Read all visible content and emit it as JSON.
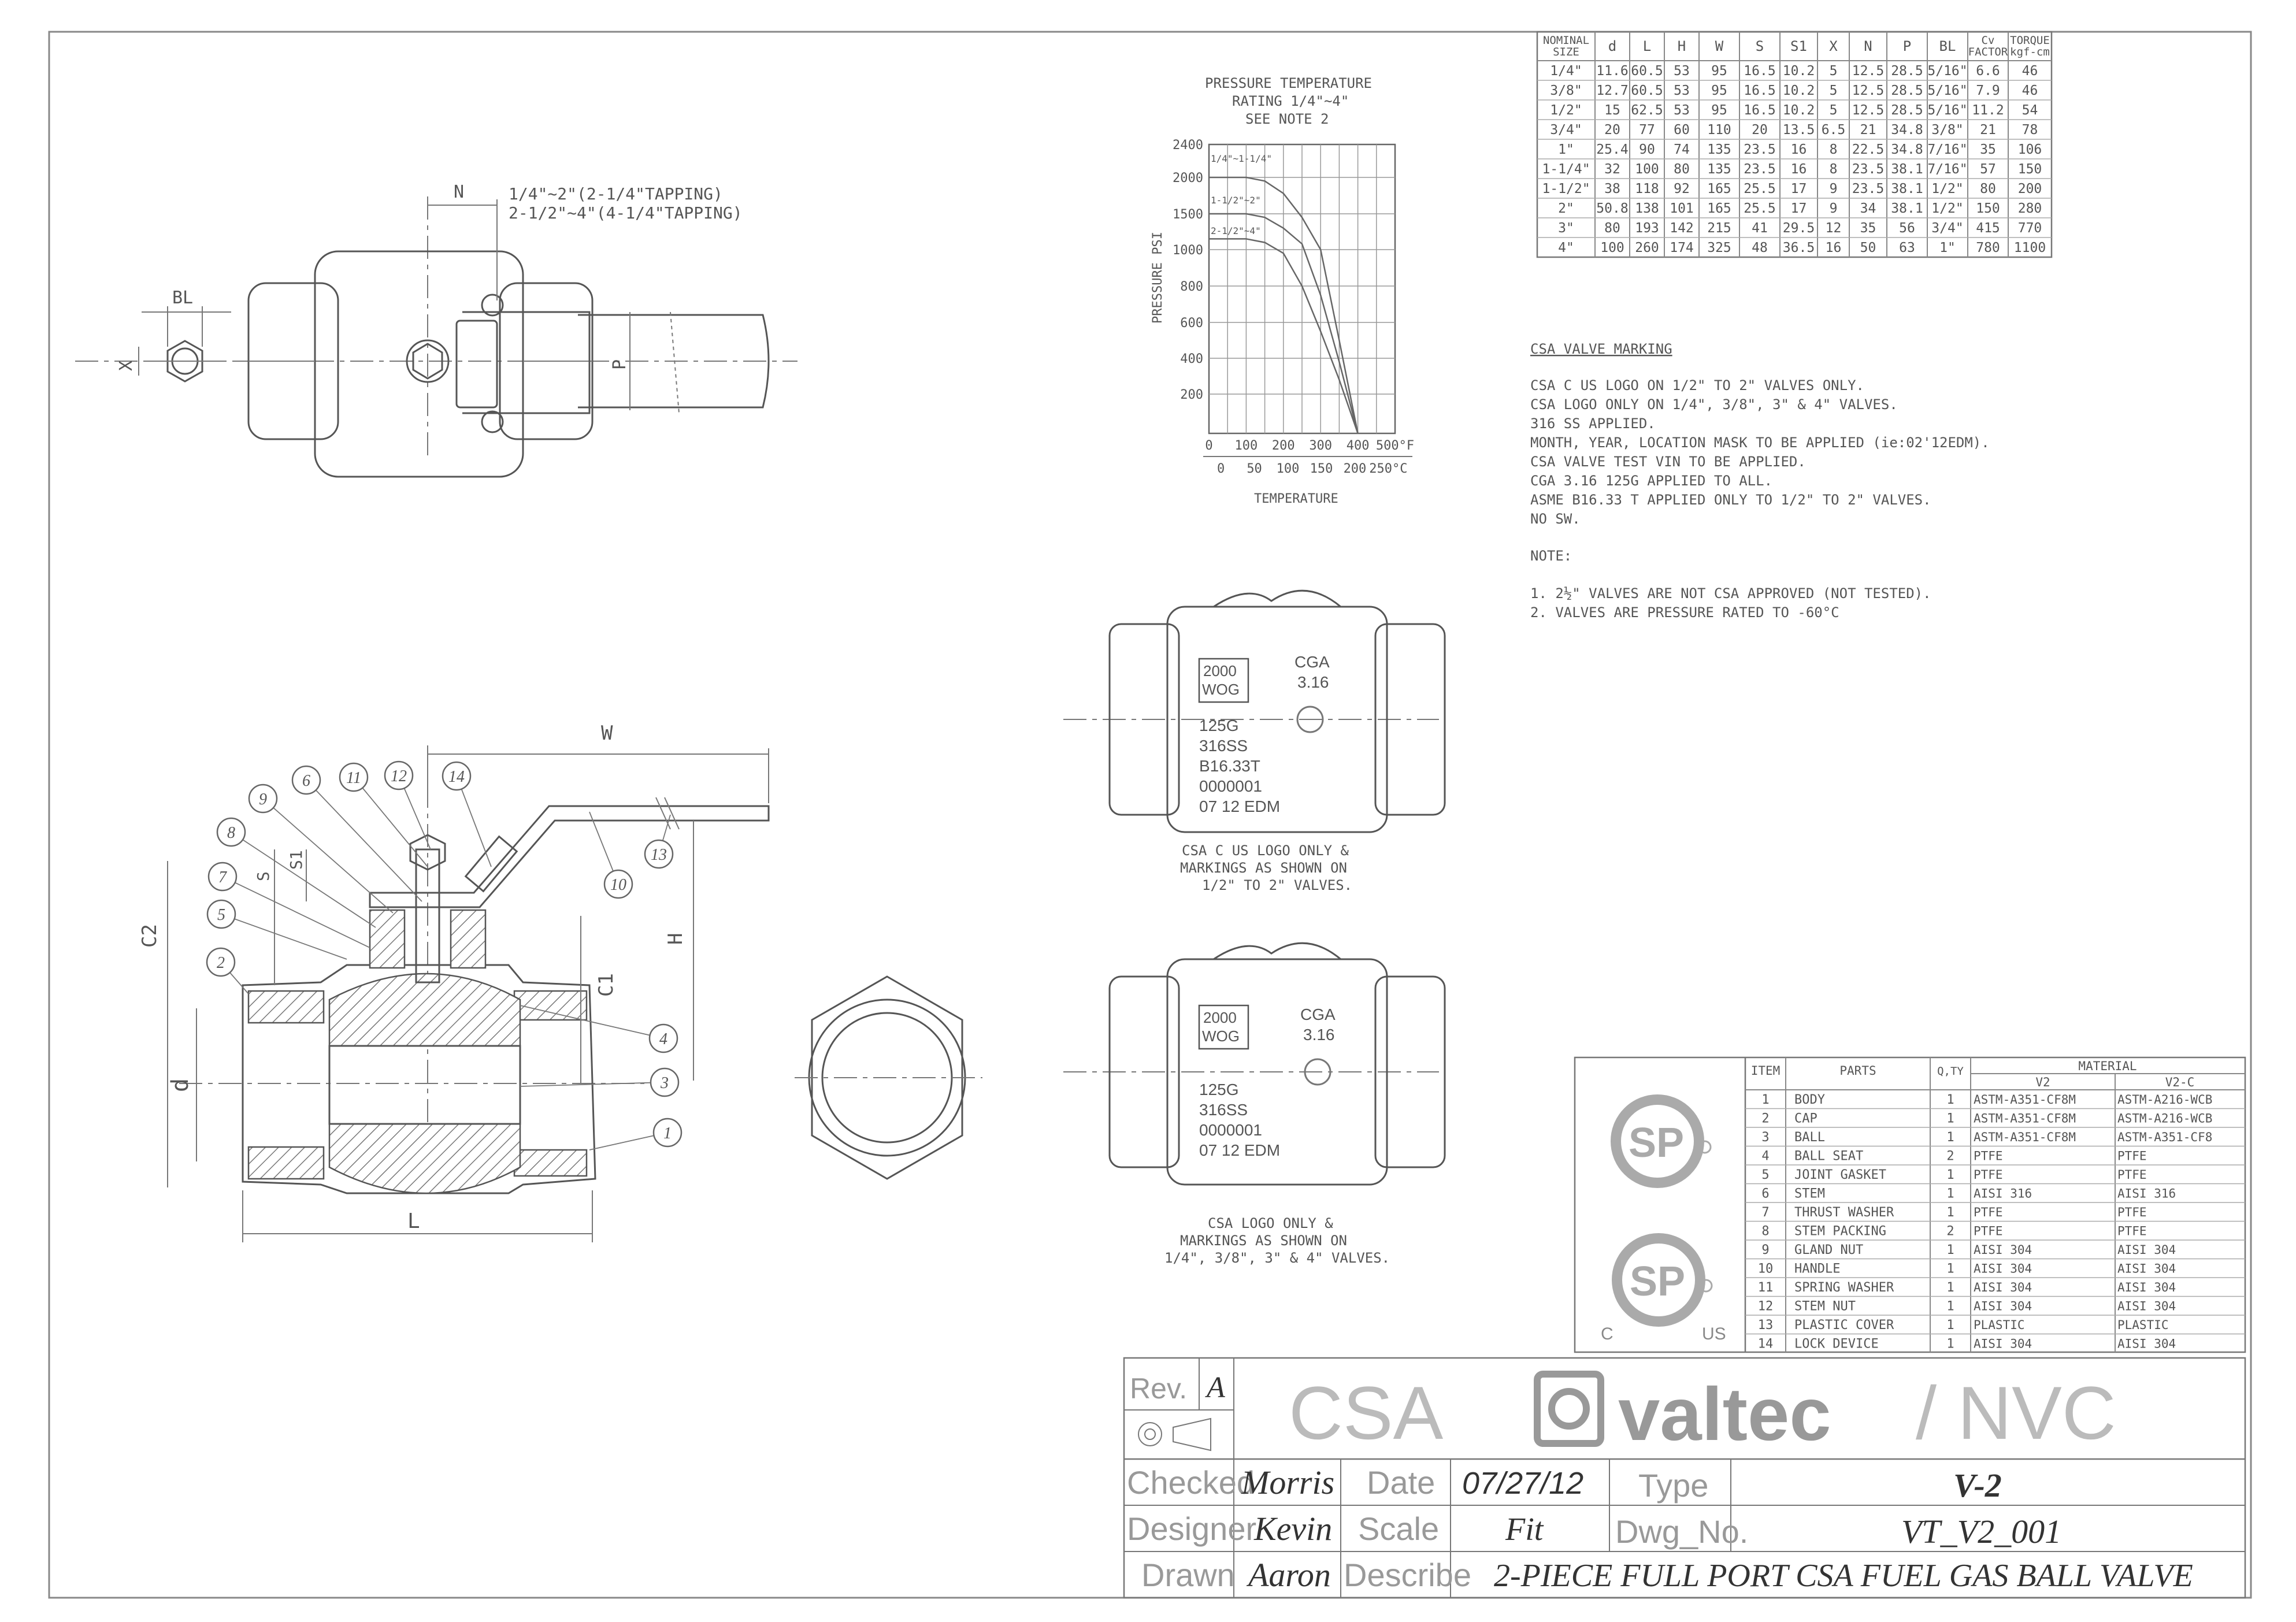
{
  "dims_table": {
    "headers": [
      "NOMINAL SIZE",
      "d",
      "L",
      "H",
      "W",
      "S",
      "S1",
      "X",
      "N",
      "P",
      "BL",
      "Cv FACTOR",
      "TORQUE kgf-cm"
    ],
    "rows": [
      [
        "1/4\"",
        "11.6",
        "60.5",
        "53",
        "95",
        "16.5",
        "10.2",
        "5",
        "12.5",
        "28.5",
        "5/16\"",
        "6.6",
        "46"
      ],
      [
        "3/8\"",
        "12.7",
        "60.5",
        "53",
        "95",
        "16.5",
        "10.2",
        "5",
        "12.5",
        "28.5",
        "5/16\"",
        "7.9",
        "46"
      ],
      [
        "1/2\"",
        "15",
        "62.5",
        "53",
        "95",
        "16.5",
        "10.2",
        "5",
        "12.5",
        "28.5",
        "5/16\"",
        "11.2",
        "54"
      ],
      [
        "3/4\"",
        "20",
        "77",
        "60",
        "110",
        "20",
        "13.5",
        "6.5",
        "21",
        "34.8",
        "3/8\"",
        "21",
        "78"
      ],
      [
        "1\"",
        "25.4",
        "90",
        "74",
        "135",
        "23.5",
        "16",
        "8",
        "22.5",
        "34.8",
        "7/16\"",
        "35",
        "106"
      ],
      [
        "1-1/4\"",
        "32",
        "100",
        "80",
        "135",
        "23.5",
        "16",
        "8",
        "23.5",
        "38.1",
        "7/16\"",
        "57",
        "150"
      ],
      [
        "1-1/2\"",
        "38",
        "118",
        "92",
        "165",
        "25.5",
        "17",
        "9",
        "23.5",
        "38.1",
        "1/2\"",
        "80",
        "200"
      ],
      [
        "2\"",
        "50.8",
        "138",
        "101",
        "165",
        "25.5",
        "17",
        "9",
        "34",
        "38.1",
        "1/2\"",
        "150",
        "280"
      ],
      [
        "3\"",
        "80",
        "193",
        "142",
        "215",
        "41",
        "29.5",
        "12",
        "35",
        "56",
        "3/4\"",
        "415",
        "770"
      ],
      [
        "4\"",
        "100",
        "260",
        "174",
        "325",
        "48",
        "36.5",
        "16",
        "50",
        "63",
        "1\"",
        "780",
        "1100"
      ]
    ]
  },
  "pt_chart": {
    "title_lines": [
      "PRESSURE TEMPERATURE",
      "RATING   1/4\"~4\"",
      "SEE NOTE 2"
    ],
    "ylabel": "PRESSURE PSI",
    "xlabel": "TEMPERATURE",
    "y_ticks": [
      "2400",
      "2000",
      "1500",
      "1000",
      "800",
      "600",
      "400",
      "200"
    ],
    "x_ticks_f": [
      "0",
      "100",
      "200",
      "300",
      "400",
      "500°F"
    ],
    "x_ticks_c": [
      "0",
      "50",
      "100",
      "150",
      "200",
      "250°C"
    ],
    "curve_labels": [
      "1/4\"~1-1/4\"",
      "1-1/2\"~2\"",
      "2-1/2\"~4\""
    ]
  },
  "chart_data": {
    "type": "line",
    "title": "PRESSURE TEMPERATURE RATING 1/4\"~4\"",
    "xlabel": "TEMPERATURE",
    "ylabel": "PRESSURE PSI",
    "x_unit": "°F",
    "xlim": [
      0,
      500
    ],
    "ylim": [
      0,
      2400
    ],
    "series": [
      {
        "name": "1/4\"~1-1/4\"",
        "x": [
          0,
          100,
          150,
          200,
          250,
          300,
          350,
          400
        ],
        "y": [
          2000,
          2000,
          1950,
          1780,
          1450,
          1000,
          500,
          0
        ]
      },
      {
        "name": "1-1/2\"~2\"",
        "x": [
          0,
          100,
          150,
          200,
          250,
          300,
          350,
          400
        ],
        "y": [
          1500,
          1500,
          1450,
          1300,
          1080,
          750,
          380,
          0
        ]
      },
      {
        "name": "2-1/2\"~4\"",
        "x": [
          0,
          100,
          150,
          200,
          250,
          300,
          350,
          400
        ],
        "y": [
          1150,
          1150,
          1100,
          980,
          800,
          550,
          280,
          0
        ]
      }
    ]
  },
  "marking": {
    "title": "CSA VALVE MARKING",
    "lines": [
      "CSA C US LOGO ON 1/2\" TO 2\" VALVES ONLY.",
      "CSA LOGO ONLY ON 1/4\", 3/8\", 3\" & 4\" VALVES.",
      "316 SS APPLIED.",
      "MONTH, YEAR, LOCATION MASK TO BE APPLIED (ie:02'12EDM).",
      "CSA VALVE TEST VIN TO BE APPLIED.",
      "CGA 3.16 125G APPLIED TO ALL.",
      "ASME B16.33 T APPLIED ONLY TO 1/2\" TO 2\" VALVES.",
      "NO SW."
    ],
    "note_title": "NOTE:",
    "notes": [
      "1. 2½\" VALVES ARE NOT CSA APPROVED (NOT TESTED).",
      "2. VALVES ARE PRESSURE RATED TO -60°C"
    ]
  },
  "top_view": {
    "tapping1": "1/4\"~2\"(2-1/4\"TAPPING)",
    "tapping2": "2-1/2\"~4\"(4-1/4\"TAPPING)",
    "dim_N": "N",
    "dim_BL": "BL",
    "dim_X": "X",
    "dim_P": "P"
  },
  "section_view": {
    "dim_W": "W",
    "dim_H": "H",
    "dim_S": "S",
    "dim_S1": "S1",
    "dim_C1": "C1",
    "dim_C2": "C2",
    "dim_d": "d",
    "dim_L": "L",
    "balloons": [
      "1",
      "2",
      "3",
      "4",
      "5",
      "6",
      "7",
      "8",
      "9",
      "10",
      "11",
      "12",
      "13",
      "14"
    ]
  },
  "marking_view_1": {
    "box_line1": "2000",
    "box_line2": "WOG",
    "cga1": "CGA",
    "cga2": "3.16",
    "lines": [
      "125G",
      "316SS",
      "B16.33T",
      "0000001",
      "07 12 EDM"
    ],
    "caption": [
      "CSA C US LOGO ONLY &",
      "MARKINGS AS SHOWN ON",
      "1/2\" TO 2\" VALVES."
    ]
  },
  "marking_view_2": {
    "box_line1": "2000",
    "box_line2": "WOG",
    "cga1": "CGA",
    "cga2": "3.16",
    "lines": [
      "125G",
      "316SS",
      "0000001",
      "07 12 EDM"
    ],
    "caption": [
      "CSA LOGO ONLY &",
      "MARKINGS AS SHOWN ON",
      "1/4\", 3/8\", 3\" & 4\" VALVES."
    ]
  },
  "bom": {
    "headers": {
      "item": "ITEM",
      "parts": "PARTS",
      "qty": "Q,TY",
      "material": "MATERIAL",
      "v2": "V2",
      "v2c": "V2-C"
    },
    "rows": [
      [
        "1",
        "BODY",
        "1",
        "ASTM-A351-CF8M",
        "ASTM-A216-WCB"
      ],
      [
        "2",
        "CAP",
        "1",
        "ASTM-A351-CF8M",
        "ASTM-A216-WCB"
      ],
      [
        "3",
        "BALL",
        "1",
        "ASTM-A351-CF8M",
        "ASTM-A351-CF8"
      ],
      [
        "4",
        "BALL SEAT",
        "2",
        "PTFE",
        "PTFE"
      ],
      [
        "5",
        "JOINT GASKET",
        "1",
        "PTFE",
        "PTFE"
      ],
      [
        "6",
        "STEM",
        "1",
        "AISI 316",
        "AISI 316"
      ],
      [
        "7",
        "THRUST WASHER",
        "1",
        "PTFE",
        "PTFE"
      ],
      [
        "8",
        "STEM PACKING",
        "2",
        "PTFE",
        "PTFE"
      ],
      [
        "9",
        "GLAND NUT",
        "1",
        "AISI 304",
        "AISI 304"
      ],
      [
        "10",
        "HANDLE",
        "1",
        "AISI 304",
        "AISI 304"
      ],
      [
        "11",
        "SPRING WASHER",
        "1",
        "AISI 304",
        "AISI 304"
      ],
      [
        "12",
        "STEM NUT",
        "1",
        "AISI 304",
        "AISI 304"
      ],
      [
        "13",
        "PLASTIC COVER",
        "1",
        "PLASTIC",
        "PLASTIC"
      ],
      [
        "14",
        "LOCK DEVICE",
        "1",
        "AISI 304",
        "AISI 304"
      ]
    ],
    "logo_c": "C",
    "logo_us": "US",
    "logo_sp": "SP"
  },
  "title_block": {
    "rev_label": "Rev.",
    "rev_value": "A",
    "brand_csa": "CSA",
    "brand_valtec": "valtec",
    "brand_nvc": "/ NVC",
    "checked_label": "Checked",
    "checked_value": "Morris",
    "date_label": "Date",
    "date_value": "07/27/12",
    "type_label": "Type",
    "type_value": "V-2",
    "designer_label": "Designer",
    "designer_value": "Kevin",
    "scale_label": "Scale",
    "scale_value": "Fit",
    "dwg_label": "Dwg_No.",
    "dwg_value": "VT_V2_001",
    "drawn_label": "Drawn",
    "drawn_value": "Aaron",
    "describe_label": "Describe",
    "describe_value": "2-PIECE FULL PORT CSA FUEL GAS BALL VALVE"
  }
}
